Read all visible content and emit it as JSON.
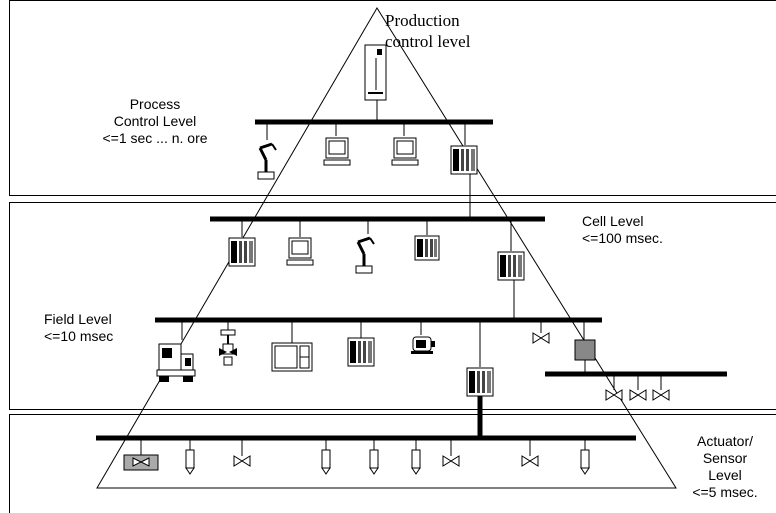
{
  "diagram": {
    "title_lines": [
      "Production",
      "control level"
    ],
    "levels": [
      {
        "id": "process",
        "lines": [
          "Process",
          "Control Level",
          "<=1 sec ... n. ore"
        ]
      },
      {
        "id": "cell",
        "lines": [
          "Cell Level",
          "<=100 msec."
        ]
      },
      {
        "id": "field",
        "lines": [
          "Field Level",
          "<=10 msec"
        ]
      },
      {
        "id": "actuator",
        "lines": [
          "Actuator/",
          "Sensor",
          "Level",
          "<=5 msec."
        ]
      }
    ],
    "icons": {
      "server": "server-cabinet-icon",
      "robot": "robot-arm-icon",
      "workstation": "workstation-icon",
      "plc": "plc-rack-icon",
      "valve": "valve-icon",
      "sensor": "sensor-icon",
      "cnc": "cnc-machine-icon",
      "panel": "operator-panel-icon",
      "motor": "motor-icon",
      "gateway": "gateway-box-icon"
    },
    "colors": {
      "line": "#000000",
      "fill_gray": "#aaaaaa",
      "gateway_gray": "#888888"
    }
  }
}
